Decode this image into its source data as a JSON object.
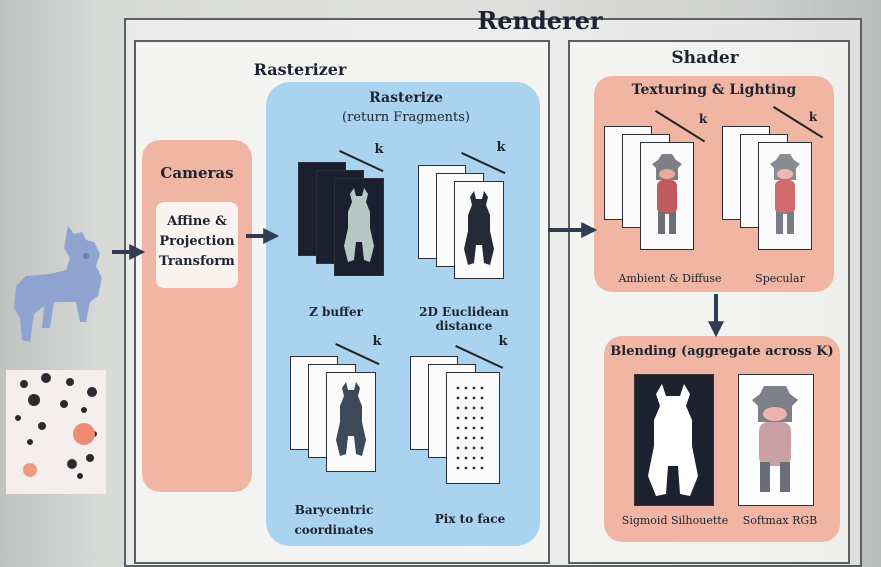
{
  "renderer": {
    "title": "Renderer"
  },
  "rasterizer": {
    "title": "Rasterizer",
    "cameras": {
      "title": "Cameras",
      "transform": "Affine &\nProjection\nTransform"
    },
    "rasterize": {
      "title": "Rasterize",
      "subtitle": "(return Fragments)",
      "outputs": [
        {
          "label": "Z buffer",
          "k": "k"
        },
        {
          "label": "2D Euclidean distance",
          "k": "k"
        },
        {
          "label": "Barycentric\ncoordinates",
          "k": "k"
        },
        {
          "label": "Pix to face",
          "k": "k"
        }
      ]
    }
  },
  "shader": {
    "title": "Shader",
    "texturing": {
      "title": "Texturing & Lighting",
      "outputs": [
        {
          "label": "Ambient & Diffuse",
          "k": "k"
        },
        {
          "label": "Specular",
          "k": "k"
        }
      ]
    },
    "blending": {
      "title": "Blending (aggregate across K)",
      "outputs": [
        {
          "label": "Sigmoid Silhouette"
        },
        {
          "label": "Softmax RGB"
        }
      ]
    }
  },
  "colors": {
    "salmon": "#f0b6a3",
    "light_blue": "#a9d3ee",
    "arrow": "#2f3c52",
    "mesh_blue": "#8ea3cf"
  }
}
